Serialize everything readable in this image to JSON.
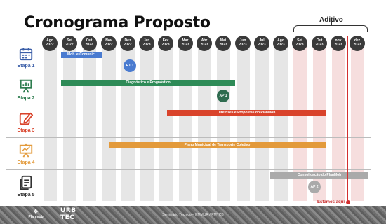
{
  "title": "Cronograma Proposto",
  "aditivo": {
    "label": "Aditivo"
  },
  "months": [
    {
      "m": "Ago",
      "y": "2022"
    },
    {
      "m": "Set",
      "y": "2022"
    },
    {
      "m": "Out",
      "y": "2022"
    },
    {
      "m": "Nov",
      "y": "2022"
    },
    {
      "m": "Dez",
      "y": "2022"
    },
    {
      "m": "Jan",
      "y": "2023"
    },
    {
      "m": "Fev",
      "y": "2023"
    },
    {
      "m": "Mar",
      "y": "2023"
    },
    {
      "m": "Abr",
      "y": "2023"
    },
    {
      "m": "Mai",
      "y": "2023"
    },
    {
      "m": "Jun",
      "y": "2023"
    },
    {
      "m": "Jul",
      "y": "2023"
    },
    {
      "m": "Ago",
      "y": "2023"
    },
    {
      "m": "Set",
      "y": "2023"
    },
    {
      "m": "Out",
      "y": "2023"
    },
    {
      "m": "nov",
      "y": "2023"
    },
    {
      "m": "dez",
      "y": "2023"
    }
  ],
  "stages": [
    {
      "label": "Etapa 1",
      "color": "#3b5ea8",
      "icon": "calendar-icon"
    },
    {
      "label": "Etapa 2",
      "color": "#2e7d4f",
      "icon": "presentation-chart-icon"
    },
    {
      "label": "Etapa 3",
      "color": "#d9432b",
      "icon": "pencil-icon"
    },
    {
      "label": "Etapa 4",
      "color": "#e39a3b",
      "icon": "presentation-board-icon"
    },
    {
      "label": "Etapa 5",
      "color": "#333333",
      "icon": "document-icon"
    }
  ],
  "tasks": {
    "mob": {
      "label": "Mob. e Comunic.",
      "color": "#4a7bd0"
    },
    "diag": {
      "label": "Diagnóstico e Prognóstico",
      "color": "#2e8b57"
    },
    "diretrizes": {
      "label": "Diretrizes e Propostas do PlanMob",
      "color": "#d9432b"
    },
    "plano": {
      "label": "Plano Municipal de Transporte Coletivo",
      "color": "#e39a3b"
    },
    "consolidacao": {
      "label": "Consolidação do PlanMob",
      "color": "#aaaaaa"
    }
  },
  "milestones": {
    "rt1": {
      "label": "RT 1",
      "color": "#4a7bd0"
    },
    "ap1": {
      "label": "AP 1",
      "color": "#2e6b4f"
    },
    "ap2": {
      "label": "AP 2",
      "color": "#aaaaaa"
    }
  },
  "today": {
    "label": "Estamos aqui",
    "color": "#d32f2f"
  },
  "footer": {
    "logo1_text": "Planmob",
    "logo2_line1": "URB",
    "logo2_line2": "TEC",
    "text": "Seminário Técnico – EMMUR / PMTCB"
  }
}
